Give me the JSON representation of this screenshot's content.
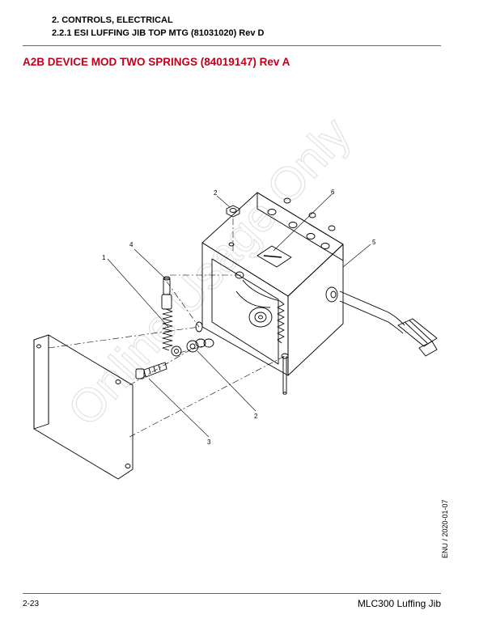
{
  "header": {
    "chapter": "2. CONTROLS, ELECTRICAL",
    "subsection": "2.2.1 ESI LUFFING JIB TOP MTG (81031020) Rev D"
  },
  "section_title": "A2B DEVICE MOD TWO SPRINGS (84019147) Rev A",
  "watermark": "Online Usage Only",
  "callouts": [
    "2",
    "6",
    "5",
    "4",
    "1",
    "2",
    "3"
  ],
  "side_stamp": "ENU / 2020-01-07",
  "footer": {
    "page_number": "2-23",
    "product": "MLC300 Luffing Jib"
  }
}
